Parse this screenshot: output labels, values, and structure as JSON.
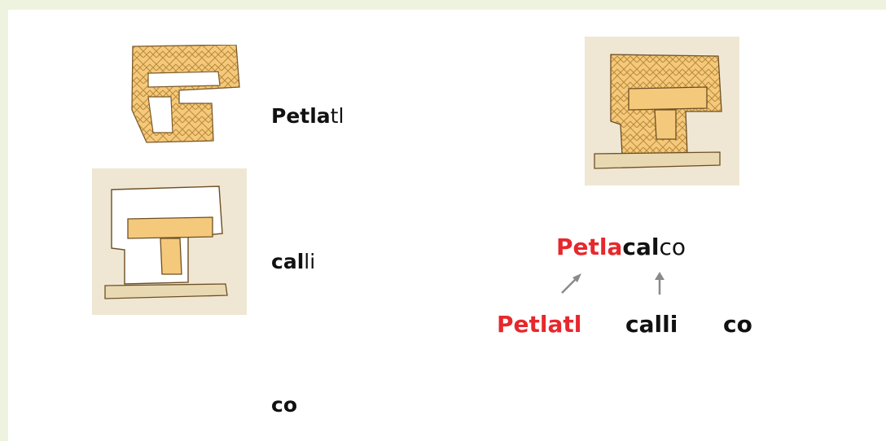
{
  "left_column": {
    "petlatl": {
      "bold": "Petla",
      "light": "tl"
    },
    "calli": {
      "bold": "cal",
      "light": "li"
    },
    "co": {
      "bold": "co"
    }
  },
  "compound": {
    "part1": "Petla",
    "part2": "cal",
    "part3": "co"
  },
  "components": {
    "petlatl": "Petlatl",
    "calli": "calli",
    "co": "co"
  },
  "colors": {
    "accent": "#e6282d",
    "glyph_fill": "#f5c97b",
    "glyph_bg": "#efe7d3",
    "page_bg": "#eef3e0",
    "arrow": "#8a8a8a"
  },
  "icons": {
    "petlatl_glyph": "woven-mat-glyph",
    "calli_glyph": "house-glyph",
    "compound_glyph": "mat-over-house-glyph"
  }
}
